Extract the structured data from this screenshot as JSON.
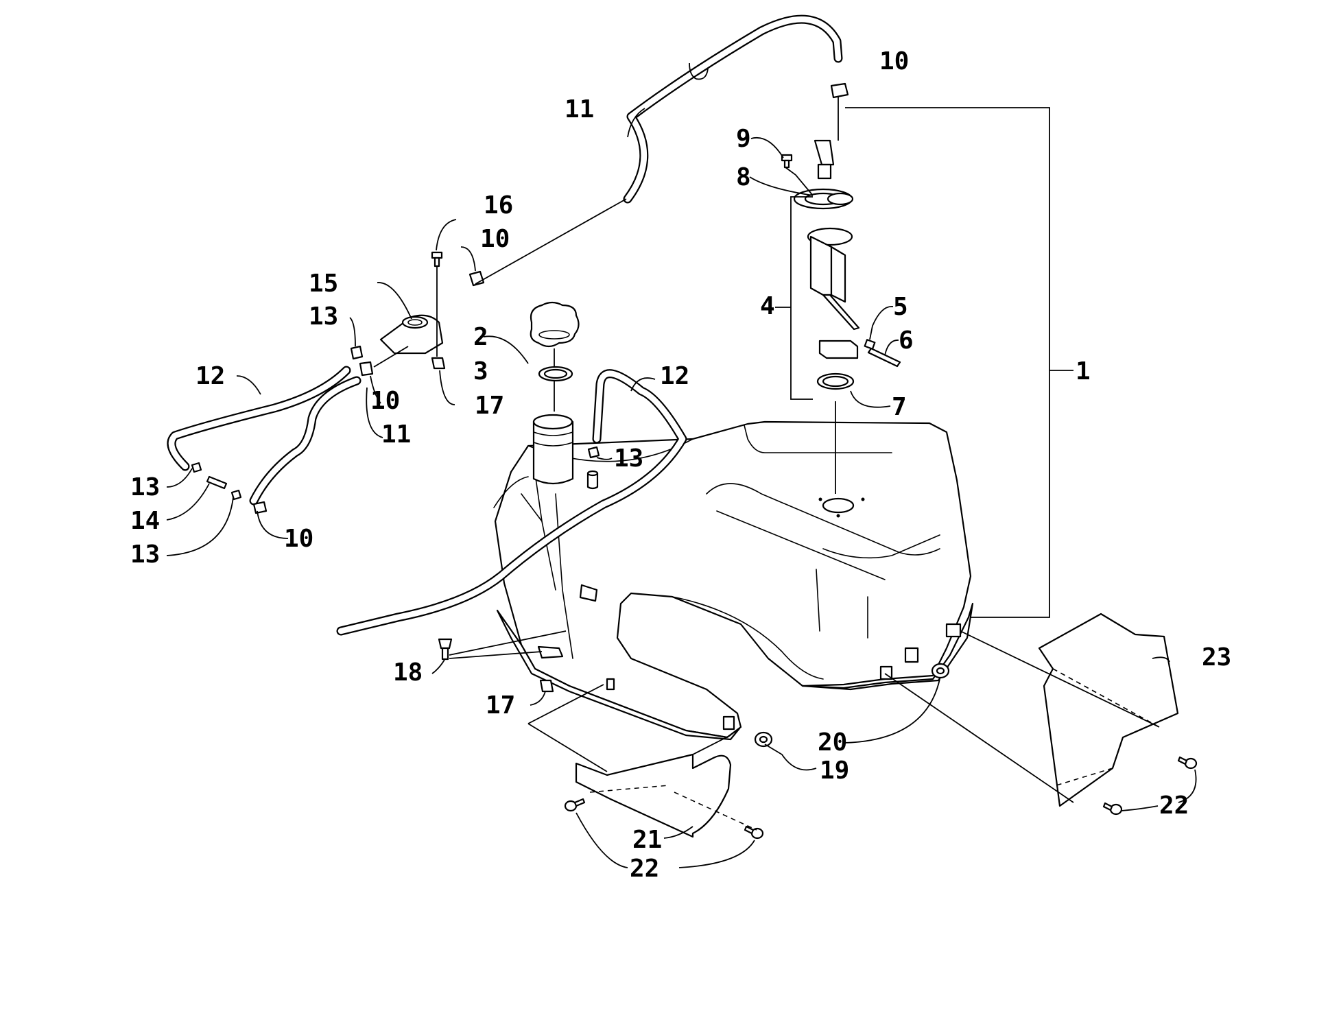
{
  "diagram": {
    "callouts": [
      {
        "id": "c1",
        "label": "1"
      },
      {
        "id": "c2",
        "label": "2"
      },
      {
        "id": "c3",
        "label": "3"
      },
      {
        "id": "c4",
        "label": "4"
      },
      {
        "id": "c5",
        "label": "5"
      },
      {
        "id": "c6",
        "label": "6"
      },
      {
        "id": "c7",
        "label": "7"
      },
      {
        "id": "c8",
        "label": "8"
      },
      {
        "id": "c9",
        "label": "9"
      },
      {
        "id": "c10a",
        "label": "10"
      },
      {
        "id": "c10b",
        "label": "10"
      },
      {
        "id": "c10c",
        "label": "10"
      },
      {
        "id": "c10d",
        "label": "10"
      },
      {
        "id": "c11a",
        "label": "11"
      },
      {
        "id": "c11b",
        "label": "11"
      },
      {
        "id": "c12a",
        "label": "12"
      },
      {
        "id": "c12b",
        "label": "12"
      },
      {
        "id": "c13a",
        "label": "13"
      },
      {
        "id": "c13b",
        "label": "13"
      },
      {
        "id": "c13c",
        "label": "13"
      },
      {
        "id": "c13d",
        "label": "13"
      },
      {
        "id": "c14",
        "label": "14"
      },
      {
        "id": "c15",
        "label": "15"
      },
      {
        "id": "c16",
        "label": "16"
      },
      {
        "id": "c17a",
        "label": "17"
      },
      {
        "id": "c17b",
        "label": "17"
      },
      {
        "id": "c18",
        "label": "18"
      },
      {
        "id": "c19",
        "label": "19"
      },
      {
        "id": "c20",
        "label": "20"
      },
      {
        "id": "c21",
        "label": "21"
      },
      {
        "id": "c22a",
        "label": "22"
      },
      {
        "id": "c22b",
        "label": "22"
      },
      {
        "id": "c23",
        "label": "23"
      }
    ]
  }
}
